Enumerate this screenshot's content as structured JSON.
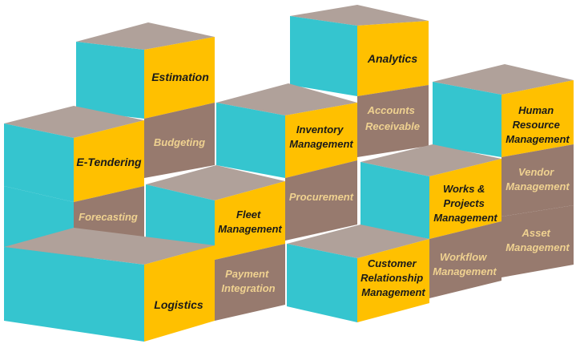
{
  "colors": {
    "accent_front": "#ffc000",
    "muted_front": "#977a6e",
    "side": "#35c5cf",
    "top": "#b0a19a",
    "dark_text": "#1a1a1a",
    "light_text": "#efd190"
  },
  "blocks": {
    "estimation": "Estimation",
    "analytics": "Analytics",
    "budgeting": "Budgeting",
    "accounts_receivable": "Accounts Receivable",
    "human_resource_management": "Human Resource Management",
    "e_tendering": "E-Tendering",
    "inventory_management": "Inventory Management",
    "vendor_management": "Vendor Management",
    "forecasting": "Forecasting",
    "fleet_management": "Fleet Management",
    "procurement": "Procurement",
    "works_projects_management": "Works & Projects Management",
    "asset_management": "Asset Management",
    "payment_integration": "Payment Integration",
    "workflow_management": "Workflow Management",
    "logistics": "Logistics",
    "customer_relationship_management": "Customer Relationship Management"
  }
}
